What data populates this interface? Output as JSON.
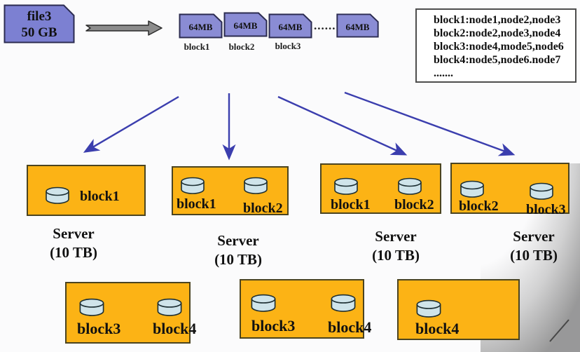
{
  "diagram": {
    "file": {
      "name": "file3",
      "size": "50 GB"
    },
    "chunks": {
      "items": [
        {
          "size": "64MB",
          "label": "block1"
        },
        {
          "size": "64MB",
          "label": "block2"
        },
        {
          "size": "64MB",
          "label": "block3"
        },
        {
          "size": "64MB",
          "label": ""
        }
      ],
      "ellipsis": "......"
    },
    "mapping": {
      "lines": [
        "block1:node1,node2,node3",
        "block2:node2,node3,node4",
        "block3:node4,mode5,node6",
        "block4:node5,node6.node7",
        "......."
      ]
    },
    "servers": [
      {
        "name": "Server",
        "capacity": "(10 TB)",
        "blocks": [
          "block1"
        ]
      },
      {
        "name": "Server",
        "capacity": "(10 TB)",
        "blocks": [
          "block1",
          "block2"
        ]
      },
      {
        "name": "Server",
        "capacity": "(10 TB)",
        "blocks": [
          "block1",
          "block2"
        ]
      },
      {
        "name": "Server",
        "capacity": "(10 TB)",
        "blocks": [
          "block2",
          "block3"
        ]
      }
    ],
    "bottom_servers": [
      {
        "blocks": [
          "block3",
          "block4"
        ]
      },
      {
        "blocks": [
          "block3",
          "block4"
        ]
      },
      {
        "blocks": [
          "block4"
        ]
      }
    ],
    "colors": {
      "chunk_purple": "#8a8cd4",
      "file_purple": "#7c80d2",
      "server_orange": "#fcb315",
      "cylinder_blue": "#cfe4ea",
      "arrow_blue": "#3b3eae",
      "flow_arrow_gray": "#8c8c8c"
    }
  }
}
